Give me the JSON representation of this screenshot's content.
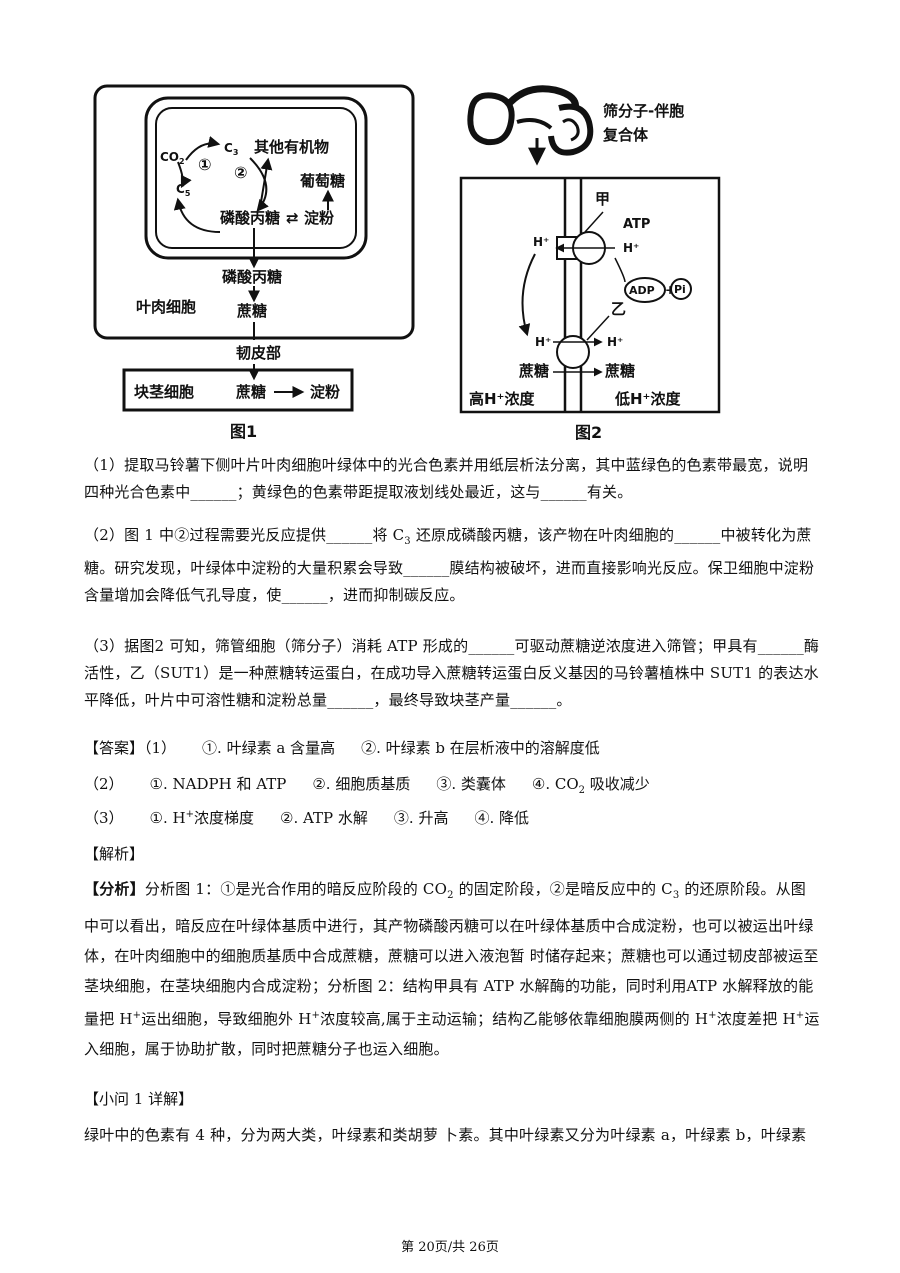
{
  "figure1": {
    "caption": "图1",
    "co2": "CO",
    "co2_sub": "2",
    "c3": "C",
    "c3_sub": "3",
    "c5": "C",
    "c5_sub": "5",
    "step1": "①",
    "step2": "②",
    "other_organics": "其他有机物",
    "glucose": "葡萄糖",
    "triose_phosphate_inner": "磷酸丙糖",
    "exchange_arrow": "⇄",
    "starch_inner": "淀粉",
    "triose_phosphate_outer": "磷酸丙糖",
    "mesophyll_cell": "叶肉细胞",
    "sucrose_cell": "蔗糖",
    "phloem": "韧皮部",
    "tuber_cell": "块茎细胞",
    "sucrose_tuber": "蔗糖",
    "starch_tuber": "淀粉"
  },
  "figure2": {
    "caption": "图2",
    "complex_line1": "筛分子-伴胞",
    "complex_line2": "复合体",
    "jia": "甲",
    "atp": "ATP",
    "h_plus": "H⁺",
    "adp": "ADP",
    "pi": "Pi",
    "yi": "乙",
    "sucrose_left": "蔗糖",
    "sucrose_right": "蔗糖",
    "high_h": "高H⁺浓度",
    "low_h": "低H⁺浓度"
  },
  "questions": {
    "q1_a": "（1）提取马铃薯下侧叶片叶肉细胞叶绿体中的光合色素并用纸层析法分离，其中蓝绿色的色素带最宽，说明四种光合色素中",
    "q1_b": "；黄绿色的色素带距提取液划线处最近，这与",
    "q1_c": "有关。",
    "q2_a": "（2）图 1 中②过程需要光反应提供",
    "q2_b": "将 C",
    "q2_b_sub": "3",
    "q2_c": " 还原成磷酸丙糖，该产物在叶肉细胞的",
    "q2_d": "中被转化为蔗糖。研究发现，叶绿体中淀粉的大量积累会导致",
    "q2_e": "膜结构被破坏，进而直接影响光反应。保卫细胞中淀粉含量增加会降低气孔导度，使",
    "q2_f": "，进而抑制碳反应。",
    "q3_a": "（3）据图2 可知，筛管细胞（筛分子）消耗 ATP 形成的",
    "q3_b": "可驱动蔗糖逆浓度进入筛管；甲具有",
    "q3_c": "酶活性，乙（SUT1）是一种蔗糖转运蛋白，在成功导入蔗糖转运蛋白反义基因的马铃薯植株中 SUT1 的表达水平降低，叶片中可溶性糖和淀粉总量",
    "q3_d": "，最终导致块茎产量",
    "q3_e": "。",
    "blank": "______"
  },
  "answer": {
    "label": "【答案】（1）",
    "a1_1": "①. 叶绿素 a 含量高",
    "a1_2": "②. 叶绿素 b 在层析液中的溶解度低",
    "l2": "（2）",
    "a2_1": "①. NADPH 和 ATP",
    "a2_2": "②. 细胞质基质",
    "a2_3": "③. 类囊体",
    "a2_4a": "④. CO",
    "a2_4sub": "2",
    "a2_4b": " 吸收减少",
    "l3": "（3）",
    "a3_1a": "①. H",
    "a3_1sup": "+",
    "a3_1b": "浓度梯度",
    "a3_2": "②. ATP 水解",
    "a3_3": "③. 升高",
    "a3_4": "④. 降低"
  },
  "analysis": {
    "heading": "【解析】",
    "label": "【分析】",
    "p1": "分析图 1：①是光合作用的暗反应阶段的 CO",
    "p1_sub": "2",
    "p2": " 的固定阶段，②是暗反应中的 C",
    "p2_sub": "3",
    "p3": " 的还原阶段。从图中可以看出，暗反应在叶绿体基质中进行，其产物磷酸丙糖可以在叶绿体基质中合成淀粉，也可以被运出叶绿体，在叶肉细胞中的细胞质基质中合成蔗糖，蔗糖可以进入液泡暂 时储存起来；蔗糖也可以通过韧皮部被运至茎块细胞，在茎块细胞内合成淀粉；分析图 2：结构甲具有 ATP 水解酶的功能，同时利用ATP 水解释放的能量把 H",
    "p3_sup": "+",
    "p4": "运出细胞，导致细胞外 H",
    "p4_sup": "+",
    "p5": "浓度较高,属于主动运输；结构乙能够依靠细胞膜两侧的 H",
    "p5_sup": "+",
    "p6": "浓度差把 H",
    "p6_sup": "+",
    "p7": "运入细胞，属于协助扩散，同时把蔗糖分子也运入细胞。"
  },
  "sub1": {
    "heading": "【小问 1 详解】",
    "text": "绿叶中的色素有 4 种，分为两大类，叶绿素和类胡萝 卜素。其中叶绿素又分为叶绿素 a，叶绿素 b，叶绿素"
  },
  "footer": "第 20页/共 26页"
}
